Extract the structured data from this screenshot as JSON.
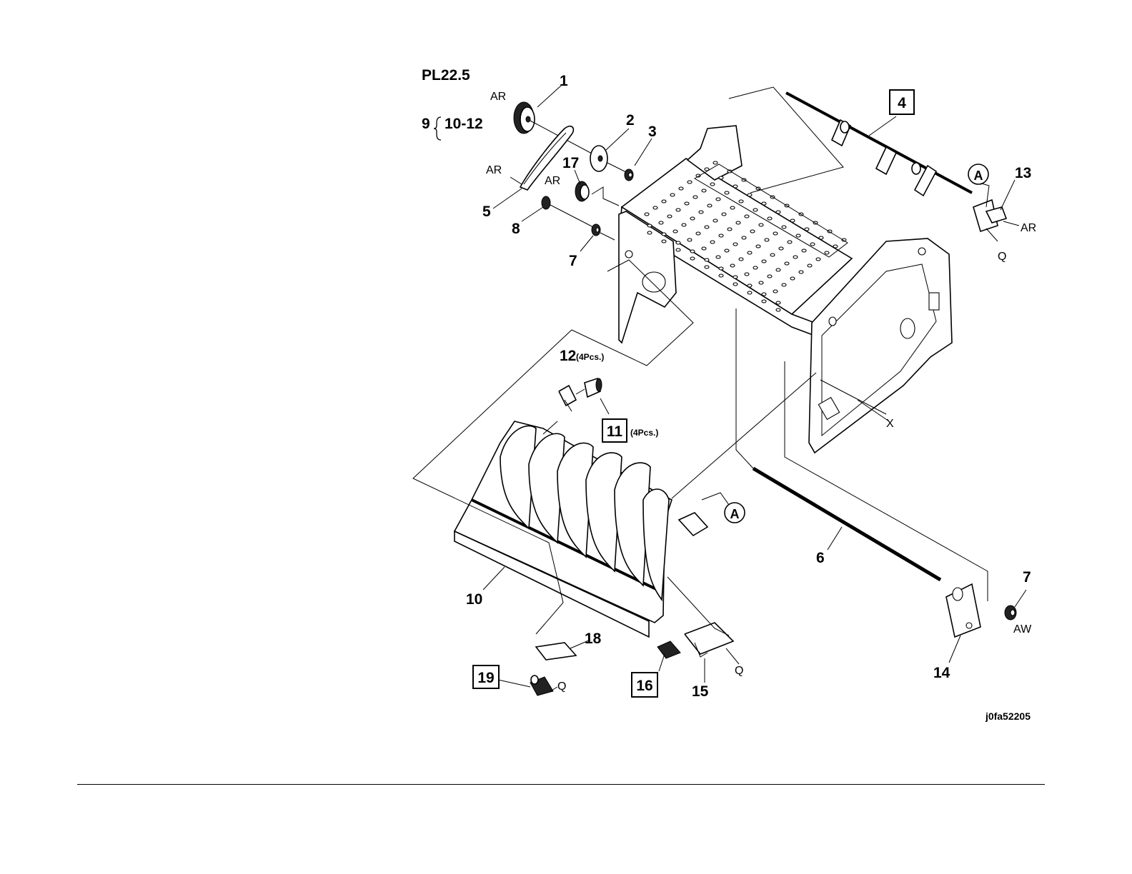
{
  "plate": {
    "title": "PL22.5",
    "note_main": "9",
    "note_range": "10-12"
  },
  "image_code": "j0fa52205",
  "parts": [
    {
      "id": "1",
      "boxed": false
    },
    {
      "id": "2",
      "boxed": false
    },
    {
      "id": "3",
      "boxed": false
    },
    {
      "id": "4",
      "boxed": true
    },
    {
      "id": "5",
      "boxed": false
    },
    {
      "id": "6",
      "boxed": false
    },
    {
      "id": "7",
      "boxed": false
    },
    {
      "id": "7",
      "boxed": false
    },
    {
      "id": "8",
      "boxed": false
    },
    {
      "id": "10",
      "boxed": false
    },
    {
      "id": "11",
      "boxed": true,
      "qty": "(4Pcs.)"
    },
    {
      "id": "12",
      "boxed": false,
      "qty": "(4Pcs.)"
    },
    {
      "id": "13",
      "boxed": false
    },
    {
      "id": "14",
      "boxed": false
    },
    {
      "id": "15",
      "boxed": false
    },
    {
      "id": "16",
      "boxed": true
    },
    {
      "id": "17",
      "boxed": false
    },
    {
      "id": "18",
      "boxed": false
    },
    {
      "id": "19",
      "boxed": true
    }
  ],
  "fastener_codes": [
    "AR",
    "AR",
    "AR",
    "AR",
    "Q",
    "Q",
    "Q",
    "AW",
    "X"
  ],
  "callouts": [
    "A",
    "A"
  ]
}
